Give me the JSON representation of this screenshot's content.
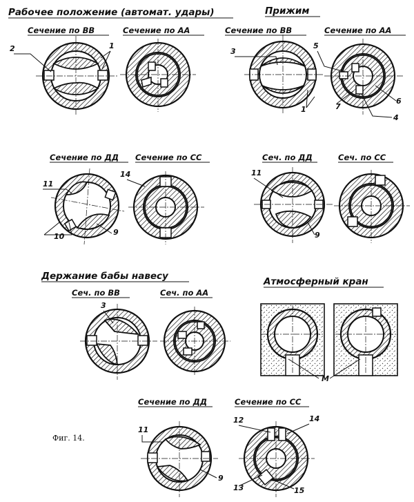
{
  "titles": {
    "working": "Рабочее положение (автомат. удары)",
    "clamp": "Прижим",
    "hold": "Держание бабы навесу",
    "atmo": "Атмосферный кран"
  },
  "subtitles": {
    "bb1": "Сечение по ВВ",
    "aa1": "Сечение по АА",
    "bb2": "Сечение по ВВ",
    "aa2": "Сечение по АА",
    "dd1": "Сечение по ДД",
    "cc1": "Сечение по СС",
    "dd2": "Сеч. по ДД",
    "cc2": "Сеч. по СС",
    "bb3": "Сеч. по ВВ",
    "aa3": "Сеч. по АА",
    "dd3": "Сечение по ДД",
    "cc3": "Сечение по СС"
  },
  "callouts": {
    "n2": "2",
    "n1a": "1",
    "n3a": "3",
    "n5": "5",
    "n6": "6",
    "n7": "7",
    "n4": "4",
    "n1b": "1",
    "n11a": "11",
    "n10": "10",
    "n9a": "9",
    "n14a": "14",
    "n11b": "11",
    "n9b": "9",
    "n3b": "3",
    "nM": "М",
    "n11c": "11",
    "n9c": "9",
    "n12": "12",
    "n14b": "14",
    "n13": "13",
    "n15": "15"
  },
  "caption": "Фиг. 14."
}
